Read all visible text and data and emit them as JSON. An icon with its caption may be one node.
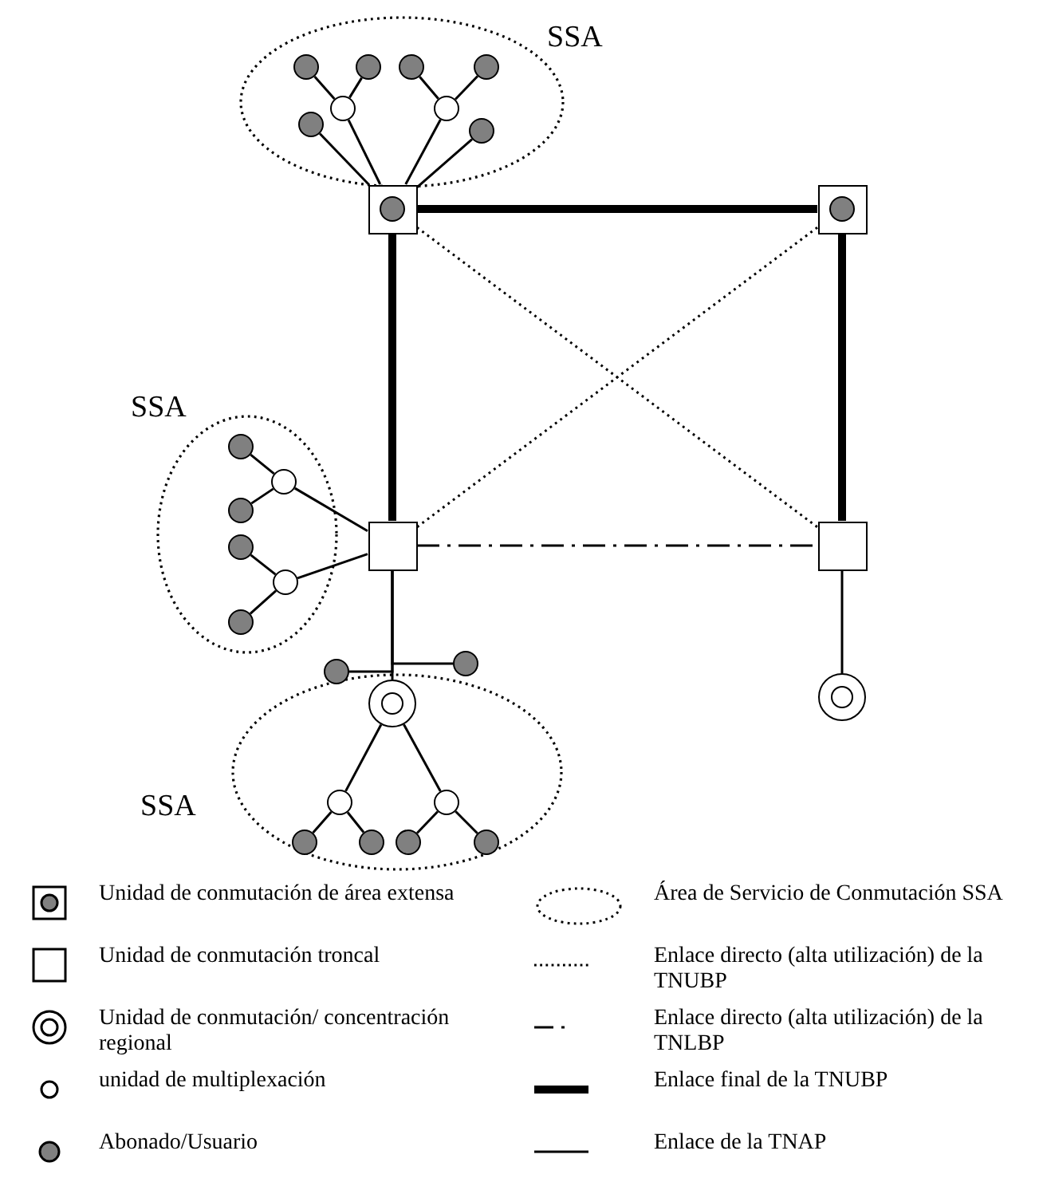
{
  "diagram": {
    "nodes": [
      {
        "text": [
          "SSA"
        ]
      },
      {
        "text": [],
        "shape": "circle",
        "in": 0
      },
      {
        "text": [],
        "shape": "circle",
        "in": 0
      },
      {
        "text": [],
        "shape": "circle",
        "in": 0
      },
      {
        "text": [],
        "shape": "circle",
        "in": 0
      },
      {
        "text": [],
        "shape": "circle",
        "in": 0
      },
      {
        "text": [],
        "shape": "circle",
        "in": 0
      },
      {
        "text": [],
        "shape": "circle",
        "in": 0
      },
      {
        "text": [],
        "shape": "circle",
        "in": 0
      },
      {
        "text": [],
        "shape": "box"
      },
      {
        "text": [],
        "shape": "box"
      },
      {
        "text": [
          "SSA"
        ]
      },
      {
        "text": [],
        "shape": "circle",
        "in": 11
      },
      {
        "text": [],
        "shape": "circle",
        "in": 11
      },
      {
        "text": [],
        "shape": "circle",
        "in": 11
      },
      {
        "text": [],
        "shape": "circle",
        "in": 11
      },
      {
        "text": [],
        "shape": "circle",
        "in": 11
      },
      {
        "text": [],
        "shape": "circle",
        "in": 11
      },
      {
        "text": [],
        "shape": "box"
      },
      {
        "text": [],
        "shape": "box"
      },
      {
        "text": [],
        "shape": "circle"
      },
      {
        "text": [],
        "shape": "circle"
      },
      {
        "text": [
          "SSA"
        ]
      },
      {
        "text": [],
        "shape": "circle",
        "in": 22
      },
      {
        "text": [],
        "shape": "circle",
        "in": 22
      },
      {
        "text": [],
        "shape": "circle",
        "in": 22
      },
      {
        "text": [],
        "shape": "circle",
        "in": 22
      },
      {
        "text": [],
        "shape": "circle",
        "in": 22
      },
      {
        "text": [],
        "shape": "circle",
        "in": 22
      },
      {
        "text": [],
        "shape": "circle",
        "in": 22
      },
      {
        "text": [],
        "shape": "circle"
      }
    ],
    "edges": [
      {
        "from": 1,
        "to": 5,
        "arrow": "none"
      },
      {
        "from": 2,
        "to": 5,
        "arrow": "none"
      },
      {
        "from": 3,
        "to": 6,
        "arrow": "none"
      },
      {
        "from": 4,
        "to": 6,
        "arrow": "none"
      },
      {
        "from": 5,
        "to": 9,
        "arrow": "none"
      },
      {
        "from": 6,
        "to": 9,
        "arrow": "none"
      },
      {
        "from": 7,
        "to": 9,
        "arrow": "none"
      },
      {
        "from": 8,
        "to": 9,
        "arrow": "none"
      },
      {
        "from": 9,
        "to": 10,
        "arrow": "none",
        "style": "thick"
      },
      {
        "from": 9,
        "to": 18,
        "arrow": "none",
        "style": "thick"
      },
      {
        "from": 10,
        "to": 19,
        "arrow": "none",
        "style": "thick"
      },
      {
        "from": 9,
        "to": 19,
        "arrow": "none",
        "style": "dashed"
      },
      {
        "from": 10,
        "to": 18,
        "arrow": "none",
        "style": "dashed"
      },
      {
        "from": 18,
        "to": 19,
        "arrow": "none",
        "style": "dashed"
      },
      {
        "from": 19,
        "to": 30,
        "arrow": "none"
      },
      {
        "from": 12,
        "to": 13,
        "arrow": "none"
      },
      {
        "from": 14,
        "to": 13,
        "arrow": "none"
      },
      {
        "from": 15,
        "to": 16,
        "arrow": "none"
      },
      {
        "from": 17,
        "to": 16,
        "arrow": "none"
      },
      {
        "from": 13,
        "to": 18,
        "arrow": "none"
      },
      {
        "from": 16,
        "to": 18,
        "arrow": "none"
      },
      {
        "from": 18,
        "to": 23,
        "arrow": "none"
      },
      {
        "from": 18,
        "to": 20,
        "arrow": "none"
      },
      {
        "from": 18,
        "to": 21,
        "arrow": "none"
      },
      {
        "from": 23,
        "to": 24,
        "arrow": "none"
      },
      {
        "from": 23,
        "to": 25,
        "arrow": "none"
      },
      {
        "from": 24,
        "to": 26,
        "arrow": "none"
      },
      {
        "from": 24,
        "to": 27,
        "arrow": "none"
      },
      {
        "from": 25,
        "to": 28,
        "arrow": "none"
      },
      {
        "from": 25,
        "to": 29,
        "arrow": "none"
      }
    ],
    "legend": [
      {
        "text": "Unidad de conmutación de área extensa"
      },
      {
        "text": "Unidad de conmutación troncal"
      },
      {
        "text": "Unidad de conmutación/ concentración regional"
      },
      {
        "text": "unidad de multiplexación"
      },
      {
        "text": "Abonado/Usuario"
      },
      {
        "text": "Área de Servicio de Conmutación SSA"
      },
      {
        "text": "Enlace directo (alta utilización) de la TNUBP"
      },
      {
        "text": "Enlace directo (alta utilización) de la TNLBP"
      },
      {
        "text": "Enlace final de la TNUBP"
      },
      {
        "text": "Enlace de la TNAP"
      }
    ]
  }
}
